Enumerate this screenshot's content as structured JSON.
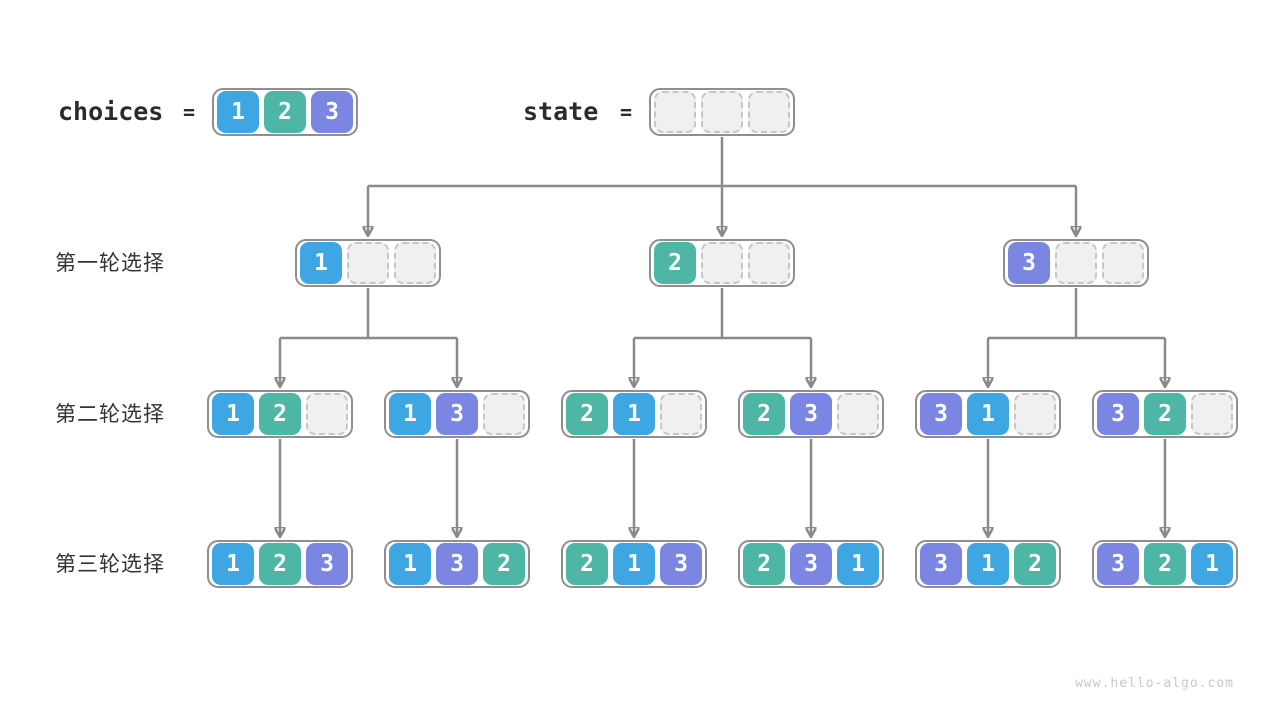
{
  "diagram": {
    "watermark": "www.hello-algo.com"
  },
  "colors": {
    "c1": "#3da6e3",
    "c2": "#4db6a4",
    "c3": "#7b86e2",
    "arrow": "#8a8a8a",
    "container_border": "#8f8f8f",
    "empty_fill": "#f0f0f0",
    "empty_border": "#c6c6c6",
    "label_text": "#333333",
    "header_text": "#2b2b2b",
    "watermark_text": "#c9c9c9"
  },
  "header": {
    "choices": {
      "label": "choices",
      "equals": "=",
      "cells": [
        1,
        2,
        3
      ]
    },
    "state": {
      "label": "state",
      "equals": "=",
      "cells": [
        null,
        null,
        null
      ]
    }
  },
  "rows": [
    {
      "label": "第一轮选择",
      "nodes": [
        [
          1,
          null,
          null
        ],
        [
          2,
          null,
          null
        ],
        [
          3,
          null,
          null
        ]
      ]
    },
    {
      "label": "第二轮选择",
      "nodes": [
        [
          1,
          2,
          null
        ],
        [
          1,
          3,
          null
        ],
        [
          2,
          1,
          null
        ],
        [
          2,
          3,
          null
        ],
        [
          3,
          1,
          null
        ],
        [
          3,
          2,
          null
        ]
      ]
    },
    {
      "label": "第三轮选择",
      "nodes": [
        [
          1,
          2,
          3
        ],
        [
          1,
          3,
          2
        ],
        [
          2,
          1,
          3
        ],
        [
          2,
          3,
          1
        ],
        [
          3,
          1,
          2
        ],
        [
          3,
          2,
          1
        ]
      ]
    }
  ]
}
